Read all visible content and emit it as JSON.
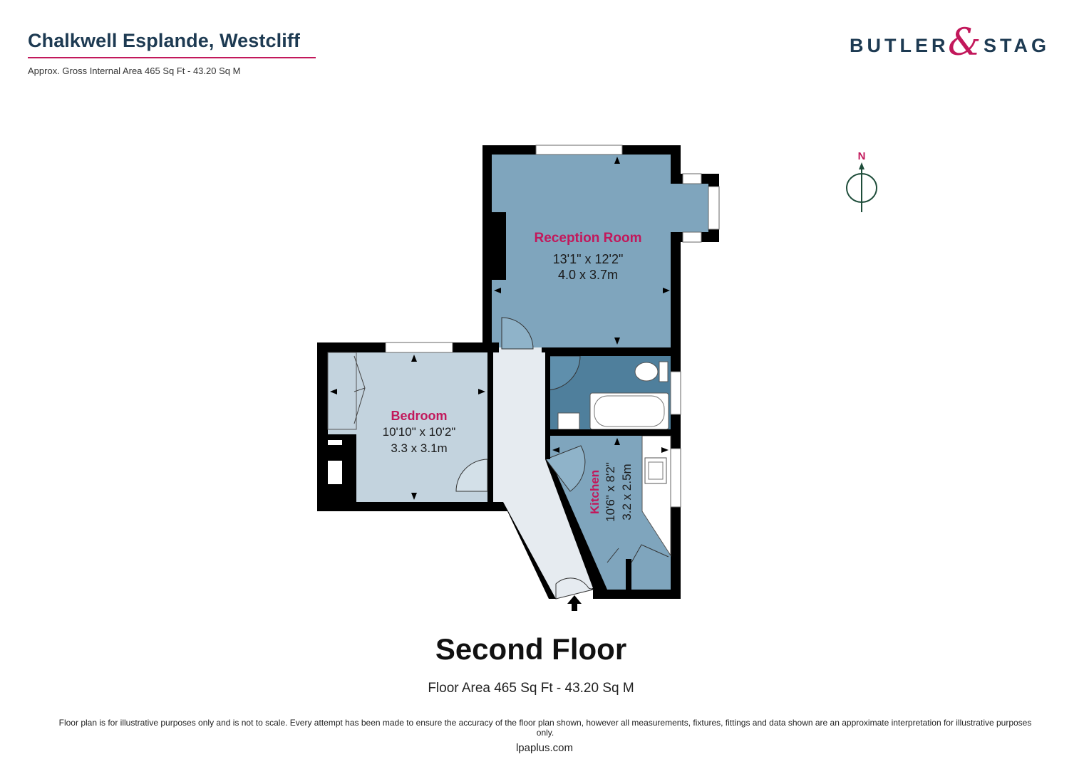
{
  "header": {
    "title": "Chalkwell Esplande, Westcliff",
    "subtitle": "Approx. Gross Internal Area 465 Sq Ft - 43.20 Sq M"
  },
  "logo": {
    "left": "BUTLER",
    "amp": "&",
    "right": "STAG"
  },
  "compass": {
    "label": "N"
  },
  "rooms": {
    "reception": {
      "name": "Reception Room",
      "imperial": "13'1\" x 12'2\"",
      "metric": "4.0 x 3.7m"
    },
    "bedroom": {
      "name": "Bedroom",
      "imperial": "10'10\" x 10'2\"",
      "metric": "3.3 x 3.1m"
    },
    "kitchen": {
      "name": "Kitchen",
      "imperial": "10'6\" x 8'2\"",
      "metric": "3.2 x 2.5m"
    }
  },
  "floor": {
    "title": "Second Floor",
    "area": "Floor Area 465 Sq Ft - 43.20 Sq M"
  },
  "footer": {
    "disclaimer": "Floor plan is for illustrative purposes only and is not to scale. Every attempt has been made to ensure the accuracy of the floor plan shown, however all measurements, fixtures, fittings and data shown are an approximate interpretation for illustrative purposes only.",
    "site": "lpaplus.com"
  },
  "colors": {
    "reception": "#7fa5bd",
    "bedroom": "#c3d3de",
    "bathroom": "#4f7f9c",
    "kitchen": "#7fa5bd",
    "hallway": "#e6ebf0",
    "wall": "#000000",
    "accent": "#c2185b",
    "brand": "#1d3a52"
  }
}
